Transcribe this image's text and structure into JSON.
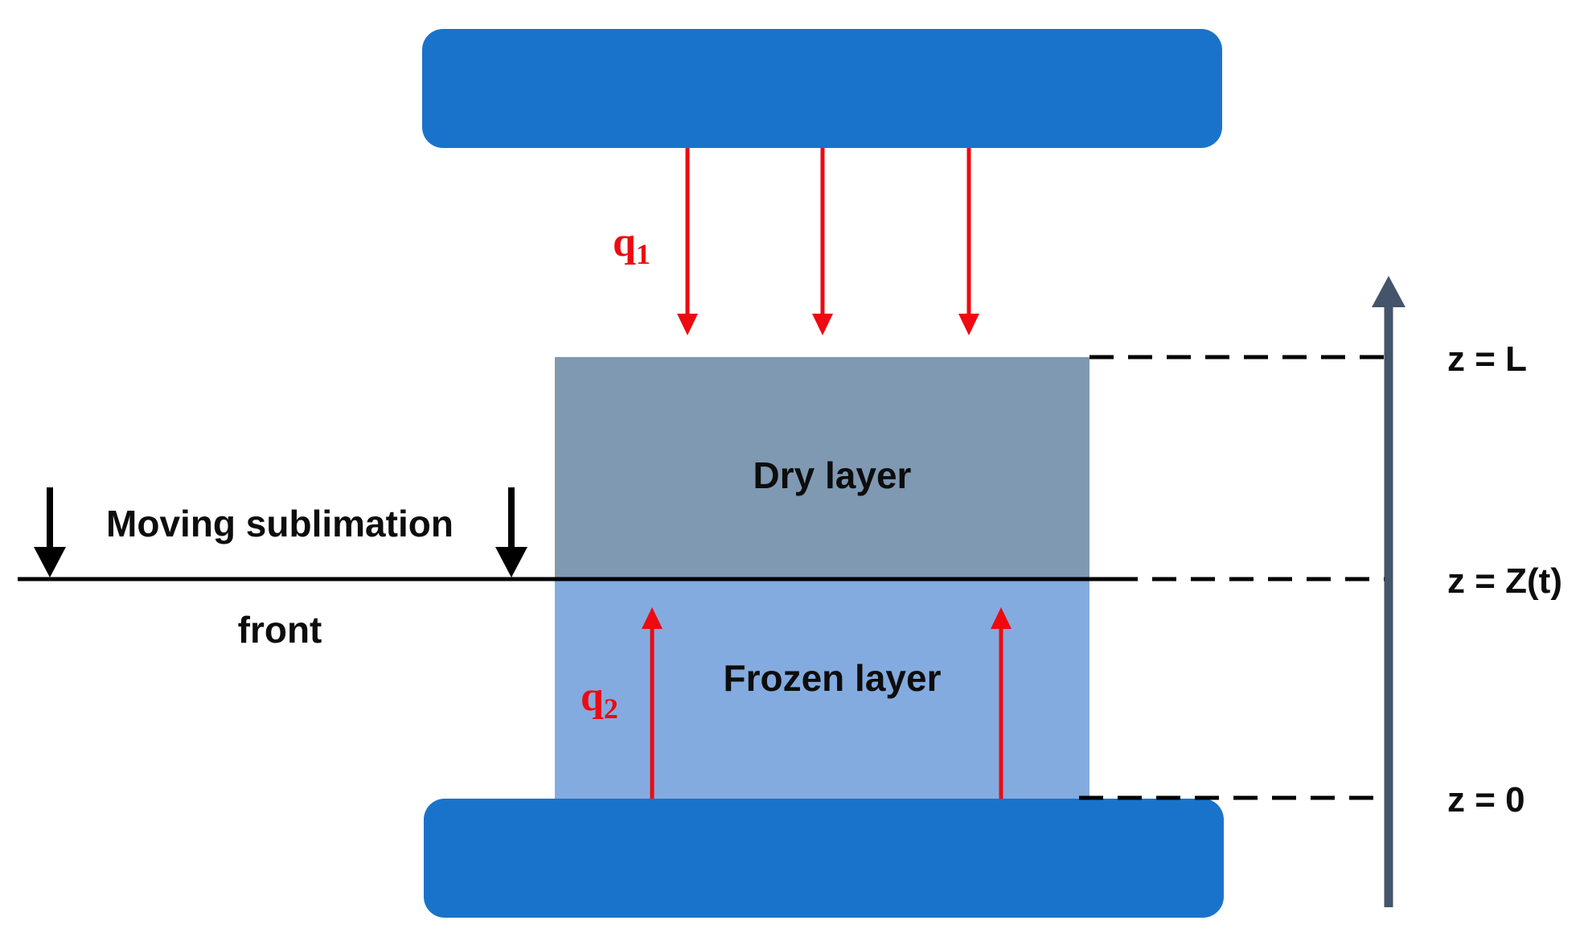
{
  "labels": {
    "dry_layer": "Dry layer",
    "frozen_layer": "Frozen layer",
    "moving_sublimation": "Moving sublimation",
    "front": "front",
    "q1_base": "q",
    "q1_sub": "1",
    "q2_base": "q",
    "q2_sub": "2",
    "z_top": "z = L",
    "z_mid": "z = Z(t)",
    "z_bottom": "z = 0"
  },
  "colors": {
    "plate": "#1a73cb",
    "dry_layer": "#7f99b2",
    "frozen_layer": "#84abdf",
    "heat_arrow": "#ee0a10",
    "axis": "#44546a",
    "line": "#000000"
  }
}
